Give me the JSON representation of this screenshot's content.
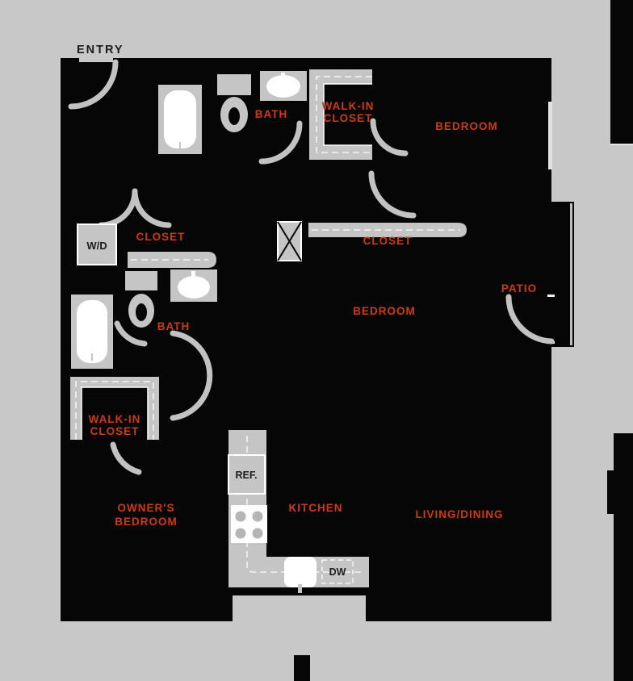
{
  "colors": {
    "background": "#c8c8c8",
    "floor": "#060606",
    "fixture": "#c5c5c5",
    "fixture_fill": "#ffffff",
    "room_label": "#ce3b10",
    "dark_text": "#1c1c1c"
  },
  "labels": {
    "entry": "ENTRY",
    "bath_top": "BATH",
    "walk_in_closet_top_line1": "WALK-IN",
    "walk_in_closet_top_line2": "CLOSET",
    "bedroom_top": "BEDROOM",
    "closet_hall": "CLOSET",
    "closet_center": "CLOSET",
    "patio": "PATIO",
    "bedroom_center": "BEDROOM",
    "bath_mid": "BATH",
    "walk_in_closet_left_line1": "WALK-IN",
    "walk_in_closet_left_line2": "CLOSET",
    "owners_bedroom_line1": "OWNER'S",
    "owners_bedroom_line2": "BEDROOM",
    "kitchen": "KITCHEN",
    "living_dining": "LIVING/DINING",
    "washer_dryer": "W/D",
    "refrigerator": "REF.",
    "dishwasher": "DW"
  }
}
